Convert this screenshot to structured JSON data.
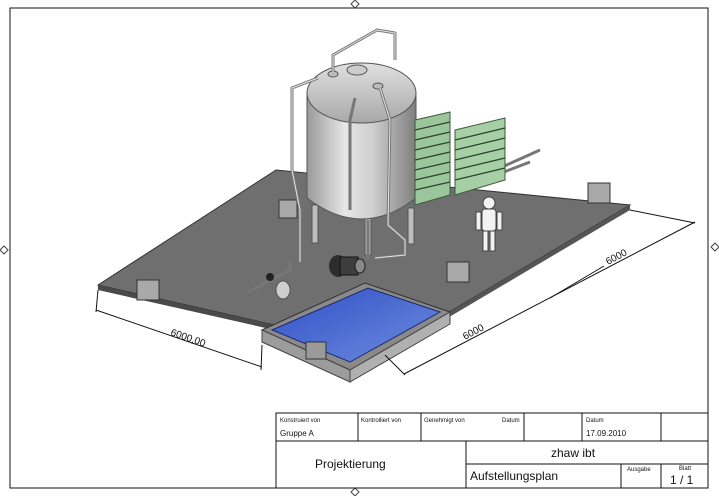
{
  "title_block": {
    "konstruiert_label": "Konstruiert von",
    "kontrolliert_label": "Kontrolliert von",
    "genehmigt_label": "Genehmigt von",
    "datum_label_1": "Datum",
    "datum_label_2": "Datum",
    "konstruiert_value": "Gruppe A",
    "datum_value": "17.09.2010",
    "project": "Projektierung",
    "organization": "zhaw ibt",
    "drawing_title": "Aufstellungsplan",
    "ausgabe_label": "Ausgabe",
    "blatt_label": "Blatt",
    "blatt_value": "1 / 1"
  },
  "dimensions": {
    "front_left": "6000,00",
    "front_right": "6000",
    "right_side": "6000"
  }
}
